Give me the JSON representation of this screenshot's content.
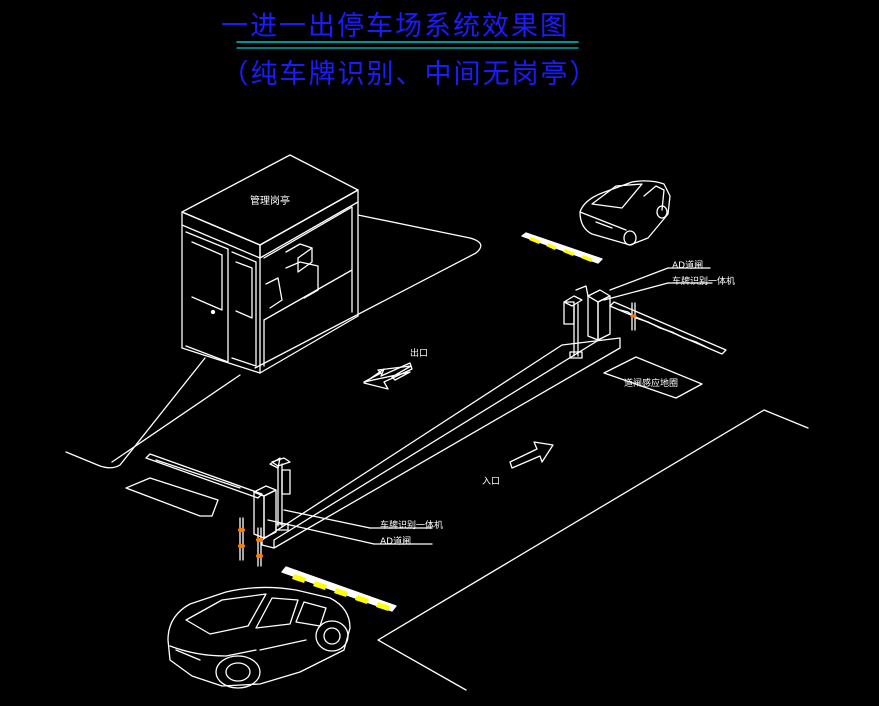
{
  "title": "一进一出停车场系统效果图",
  "subtitle": "（纯车牌识别、中间无岗亭）",
  "labels": {
    "booth": "管理岗亭",
    "exit": "出口",
    "entry": "入口",
    "top_barrier": "AD道闸",
    "top_camera": "车牌识别一体机",
    "loop": "道闸感应地圈",
    "bottom_camera": "车牌识别一体机",
    "bottom_barrier": "AD道闸"
  },
  "colors": {
    "background": "#000000",
    "line": "#ffffff",
    "title": "#1b1bff",
    "rule": "#00c8c8",
    "barrier_stripe": "#ffff00",
    "post_stripe": "#ff7a00"
  }
}
